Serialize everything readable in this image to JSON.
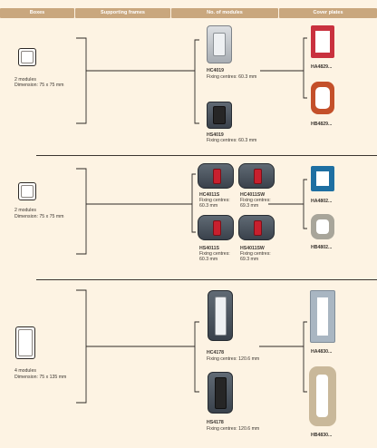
{
  "header": {
    "boxes": "Boxes",
    "frames": "Supporting frames",
    "modules": "No. of modules",
    "plates": "Cover plates"
  },
  "rows": [
    {
      "box": {
        "line1": "2 modules",
        "line2": "Dimension: 75 x 75 mm"
      },
      "items": [
        {
          "code": "HC4019",
          "fix": "Fixing centres: 60.3 mm"
        },
        {
          "code": "HS4019",
          "fix": "Fixing centres: 60.3 mm"
        }
      ],
      "plates": [
        {
          "code": "HA4829...",
          "color": "#c9313e"
        },
        {
          "code": "HB4829...",
          "color": "#c4502a"
        }
      ]
    },
    {
      "box": {
        "line1": "2 modules",
        "line2": "Dimension: 75 x 75 mm"
      },
      "items": [
        {
          "code": "HC4011S",
          "fix1": "Fixing centres:",
          "fix2": "60.3 mm"
        },
        {
          "code": "HC4011SW",
          "fix1": "Fixing centres:",
          "fix2": "69.3 mm"
        },
        {
          "code": "HS4011S",
          "fix1": "Fixing centres:",
          "fix2": "60.3 mm"
        },
        {
          "code": "HS4011SW",
          "fix1": "Fixing centres:",
          "fix2": "69.3 mm"
        }
      ],
      "plates": [
        {
          "code": "HA4802...",
          "color": "#1e6fa2"
        },
        {
          "code": "HB4802...",
          "color": "#a8a59a"
        }
      ]
    },
    {
      "box": {
        "line1": "4 modules",
        "line2": "Dimension: 75 x 135 mm"
      },
      "items": [
        {
          "code": "HC4178",
          "fix": "Fixing centres: 120.6 mm"
        },
        {
          "code": "HS4178",
          "fix": "Fixing centres: 120.6 mm"
        }
      ],
      "plates": [
        {
          "code": "HA4830...",
          "color": "#a9b6c2"
        },
        {
          "code": "HB4830...",
          "color": "#c9b89a"
        }
      ]
    }
  ]
}
